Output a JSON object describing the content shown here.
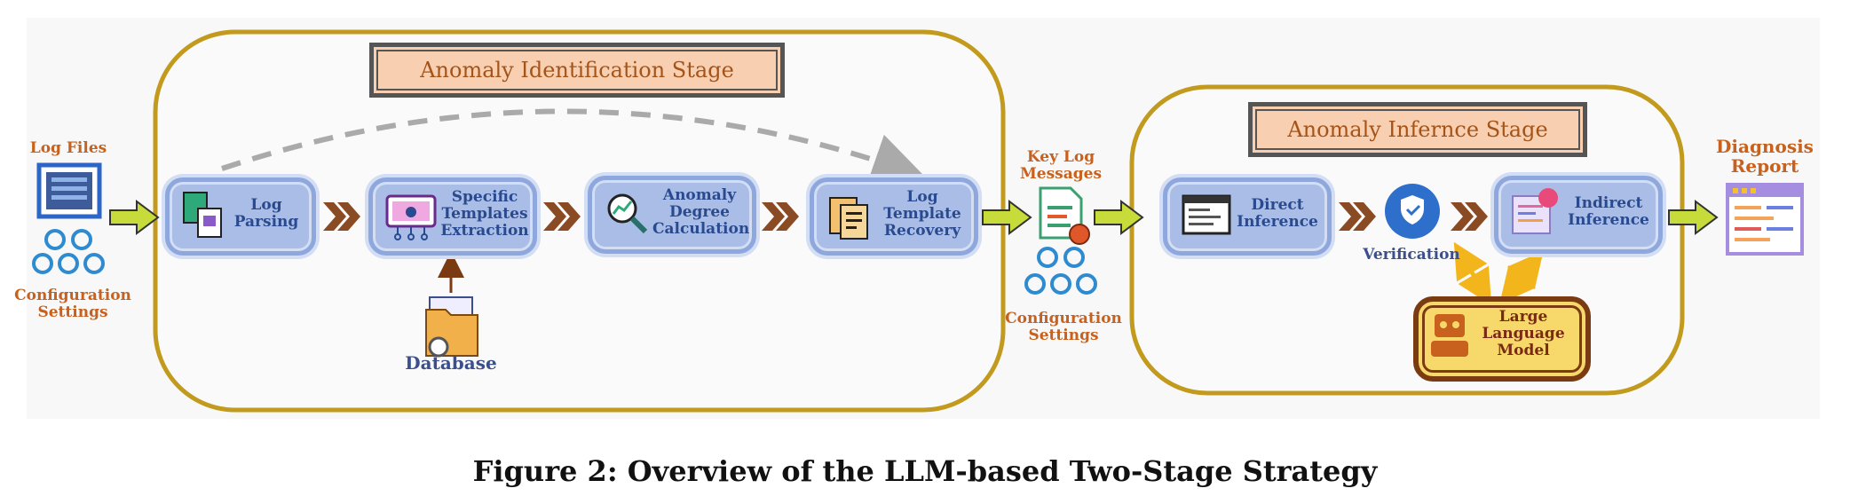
{
  "inputs": {
    "log_files": "Log Files",
    "config_left": [
      "Configuration",
      "Settings"
    ],
    "database": "Database",
    "key_log": [
      "Key Log",
      "Messages"
    ],
    "config_mid": [
      "Configuration",
      "Settings"
    ],
    "diagnosis": [
      "Diagnosis",
      "Report"
    ]
  },
  "stage1": {
    "title": "Anomaly Identification Stage",
    "steps": [
      [
        "Log",
        "Parsing"
      ],
      [
        "Specific",
        "Templates",
        "Extraction"
      ],
      [
        "Anomaly",
        "Degree",
        "Calculation"
      ],
      [
        "Log",
        "Template",
        "Recovery"
      ]
    ]
  },
  "stage2": {
    "title": "Anomaly Infernce Stage",
    "direct": [
      "Direct",
      "Inference"
    ],
    "verification": "Verification",
    "indirect": [
      "Indirect",
      "Inference"
    ],
    "llm": [
      "Large",
      "Language",
      "Model"
    ]
  },
  "caption": "Figure 2: Overview of the LLM-based Two-Stage Strategy",
  "colors": {
    "stage_border": "#c29a1d",
    "step_fill": "#a9bde6",
    "title_fill": "#f9cfb2",
    "label_orange": "#c8611d",
    "label_navy": "#3b4f8c",
    "arrow_green": "#c7dc3a",
    "chevron": "#8a4a23"
  }
}
